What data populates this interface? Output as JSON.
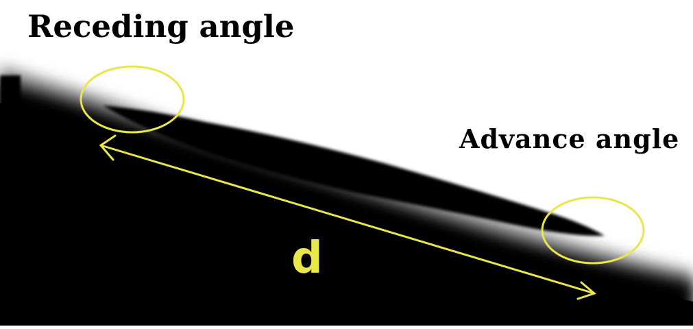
{
  "labels": {
    "receding": "Receding angle",
    "advance": "Advance angle",
    "distance": "d"
  },
  "colors": {
    "annotation": "#e8e64a",
    "droplet": "#000000",
    "background": "#ffffff"
  }
}
